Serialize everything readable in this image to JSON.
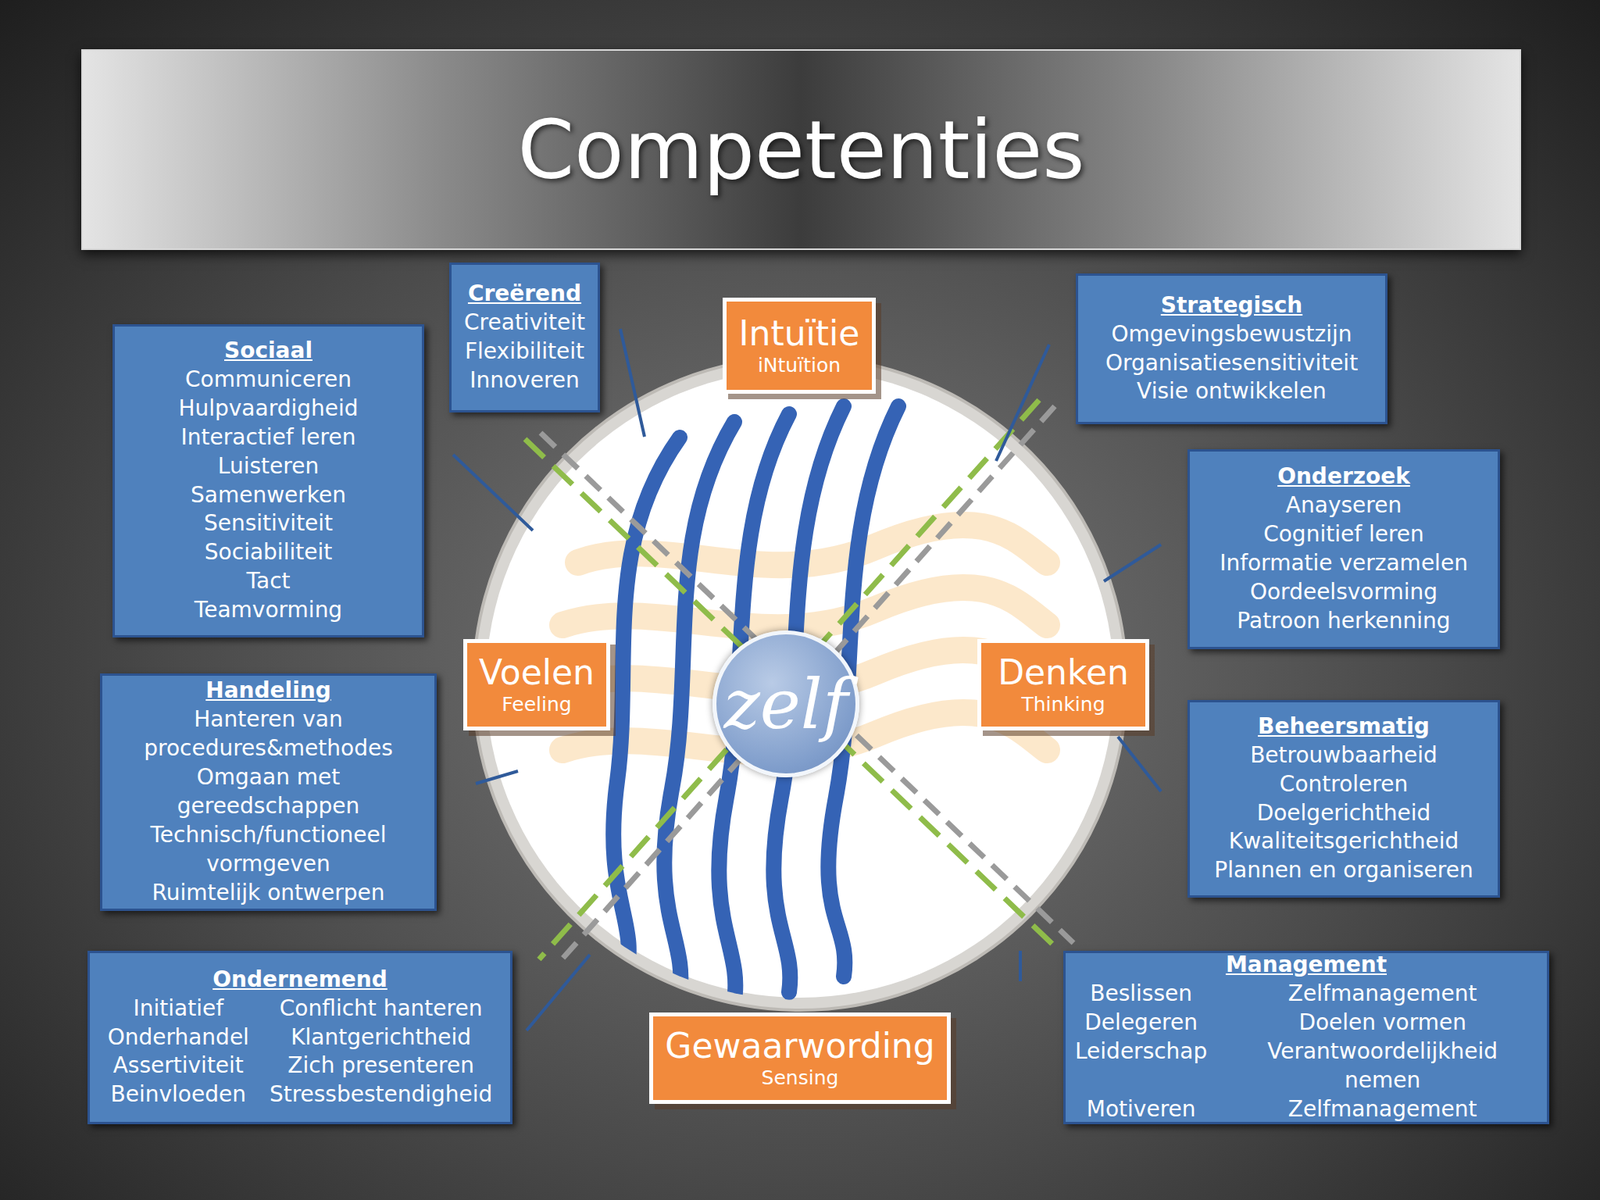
{
  "diagram": {
    "title": "Competenties",
    "nodes": [
      {
        "text": [
          "Sociaal",
          "Communiceren",
          "Hulpvaardigheid",
          "Interactief leren",
          "Luisteren",
          "Samenwerken",
          "Sensitiviteit",
          "Sociabiliteit",
          "Tact",
          "Teamvorming"
        ]
      },
      {
        "text": [
          "Creërend",
          "Creativiteit",
          "Flexibiliteit",
          "Innoveren"
        ]
      },
      {
        "text": [
          "Intuïtie",
          "iNtuïtion"
        ]
      },
      {
        "text": [
          "Strategisch",
          "Omgevingsbewustzijn",
          "Organisatiesensitiviteit",
          "Visie ontwikkelen"
        ]
      },
      {
        "text": [
          "Onderzoek",
          "Anayseren",
          "Cognitief leren",
          "Informatie verzamelen",
          "Oordeelsvorming",
          "Patroon herkenning"
        ]
      },
      {
        "text": [
          "Voelen",
          "Feeling"
        ]
      },
      {
        "text": [
          "zelf"
        ]
      },
      {
        "text": [
          "Denken",
          "Thinking"
        ]
      },
      {
        "text": [
          "Handeling",
          "Hanteren van procedures&methodes",
          "Omgaan met gereedschappen",
          "Technisch/functioneel vormgeven",
          "Ruimtelijk ontwerpen"
        ]
      },
      {
        "text": [
          "Beheersmatig",
          "Betrouwbaarheid",
          "Controleren",
          "Doelgerichtheid",
          "Kwaliteitsgerichtheid",
          "Plannen en organiseren"
        ]
      },
      {
        "text": [
          "Ondernemend",
          "Initiatief",
          "Conflicht hanteren",
          "Onderhandel",
          "Klantgerichtheid",
          "Assertiviteit",
          "Zich presenteren",
          "Beinvloeden",
          "Stressbestendigheid"
        ]
      },
      {
        "text": [
          "Gewaarwording",
          "Sensing"
        ]
      },
      {
        "text": [
          "Management",
          "Beslissen",
          "Zelfmanagement",
          "Delegeren",
          "Doelen vormen",
          "Leiderschap",
          "Verantwoordelijkheid nemen",
          "Motiveren",
          "Zelfmanagement"
        ]
      }
    ]
  }
}
